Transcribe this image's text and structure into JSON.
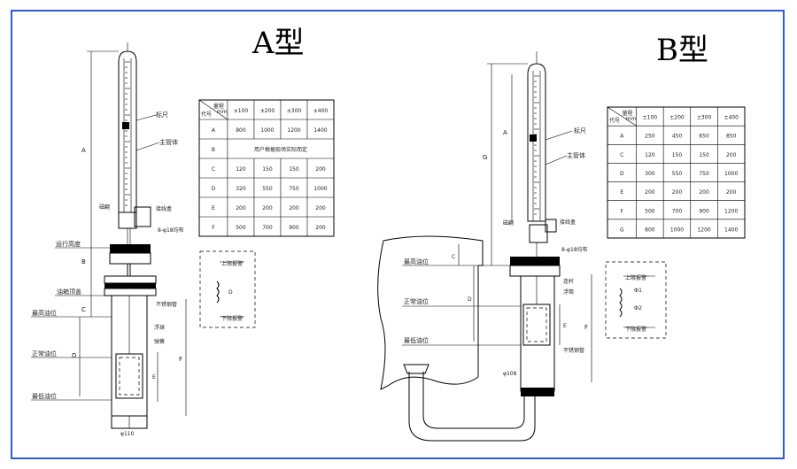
{
  "colors": {
    "frame": "#2f5bd6",
    "ink": "#000000"
  },
  "typeA": {
    "title": "A型",
    "table": {
      "header_top": "量程",
      "header_unit": "mm",
      "header_code": "代号",
      "columns": [
        "±100",
        "±200",
        "±300",
        "±400"
      ],
      "rows": [
        {
          "code": "A",
          "values": [
            "800",
            "1000",
            "1200",
            "1400"
          ]
        },
        {
          "code": "B",
          "span_text": "用户根据现场实际而定"
        },
        {
          "code": "C",
          "values": [
            "120",
            "150",
            "150",
            "200"
          ]
        },
        {
          "code": "D",
          "values": [
            "320",
            "550",
            "750",
            "1000"
          ]
        },
        {
          "code": "E",
          "values": [
            "200",
            "200",
            "200",
            "200"
          ]
        },
        {
          "code": "F",
          "values": [
            "500",
            "700",
            "900",
            "200"
          ]
        }
      ]
    },
    "labels": {
      "scale": "标尺",
      "main_tube": "主管体",
      "indicator": "磁翻",
      "signal_box": "接线盒",
      "flange_spec": "8-φ18均布",
      "running_height": "运行高度",
      "tank_top": "油箱顶盖",
      "max_level": "最高油位",
      "normal_level": "正常油位",
      "min_level": "最低油位",
      "float": "浮球",
      "spring": "弹簧",
      "pipe": "不锈钢管",
      "bottom_dim": "φ110",
      "dim_A": "A",
      "dim_B": "B",
      "dim_C": "C",
      "dim_D": "D",
      "dim_E": "E",
      "dim_F": "F"
    },
    "inset": [
      "上限报警",
      "D",
      "下限报警"
    ]
  },
  "typeB": {
    "title": "B型",
    "table": {
      "header_top": "量程",
      "header_unit": "mm",
      "header_code": "代号",
      "columns": [
        "±100",
        "±200",
        "±300",
        "±400"
      ],
      "rows": [
        {
          "code": "A",
          "values": [
            "250",
            "450",
            "650",
            "850"
          ]
        },
        {
          "code": "C",
          "values": [
            "120",
            "150",
            "150",
            "200"
          ]
        },
        {
          "code": "D",
          "values": [
            "300",
            "550",
            "750",
            "1000"
          ]
        },
        {
          "code": "E",
          "values": [
            "200",
            "200",
            "200",
            "200"
          ]
        },
        {
          "code": "F",
          "values": [
            "500",
            "700",
            "900",
            "1200"
          ]
        },
        {
          "code": "G",
          "values": [
            "800",
            "1000",
            "1200",
            "1400"
          ]
        }
      ]
    },
    "labels": {
      "scale": "标尺",
      "main_tube": "主管体",
      "indicator": "磁翻",
      "signal_box": "接线盒",
      "flange_spec": "8-φ18均布",
      "max_level": "最高油位",
      "normal_level": "正常油位",
      "min_level": "最低油位",
      "float_rod": "连杆",
      "float": "浮筒",
      "pipe": "不锈钢管",
      "bottom_dim": "φ108",
      "dim_A": "A",
      "dim_C": "C",
      "dim_D": "D",
      "dim_E": "E",
      "dim_F": "F",
      "dim_G": "G"
    },
    "inset": [
      "上限报警",
      "Ф1",
      "Ф2",
      "下限报警"
    ]
  }
}
